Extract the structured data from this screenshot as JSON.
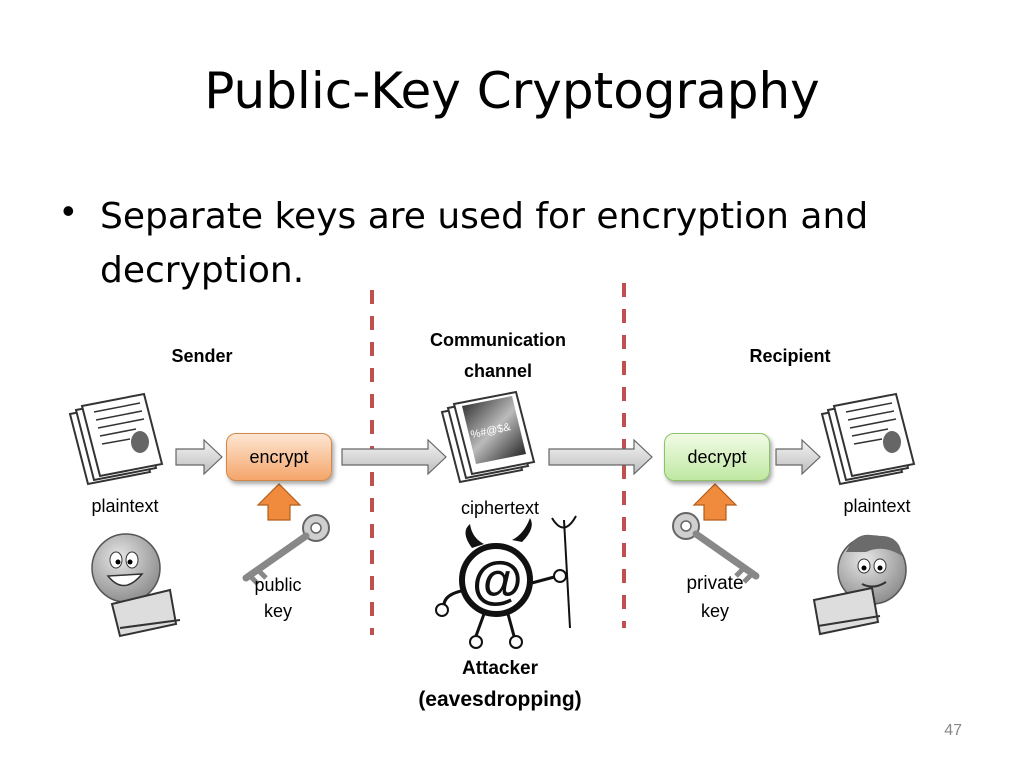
{
  "slide": {
    "title": "Public-Key Cryptography",
    "bullet": "Separate keys are used for encryption and decryption.",
    "page_number": "47"
  },
  "diagram": {
    "sender_label": "Sender",
    "channel_label_line1": "Communication",
    "channel_label_line2": "channel",
    "recipient_label": "Recipient",
    "encrypt_label": "encrypt",
    "decrypt_label": "decrypt",
    "plaintext_left": "plaintext",
    "ciphertext": "ciphertext",
    "plaintext_right": "plaintext",
    "public_key_line1": "public",
    "public_key_line2": "key",
    "private_key_line1": "private",
    "private_key_line2": "key",
    "attacker_line1": "Attacker",
    "attacker_line2": "(eavesdropping)"
  },
  "colors": {
    "divider": "#c0504d",
    "encrypt_fill": "#f5a56a",
    "decrypt_fill": "#bfe8a2",
    "key_arrow": "#f08a3c",
    "flow_arrow": "#cfcfcf"
  },
  "icons": [
    "document-icon",
    "encrypted-document-icon",
    "key-icon",
    "sender-person-icon",
    "recipient-person-icon",
    "attacker-devil-icon"
  ]
}
